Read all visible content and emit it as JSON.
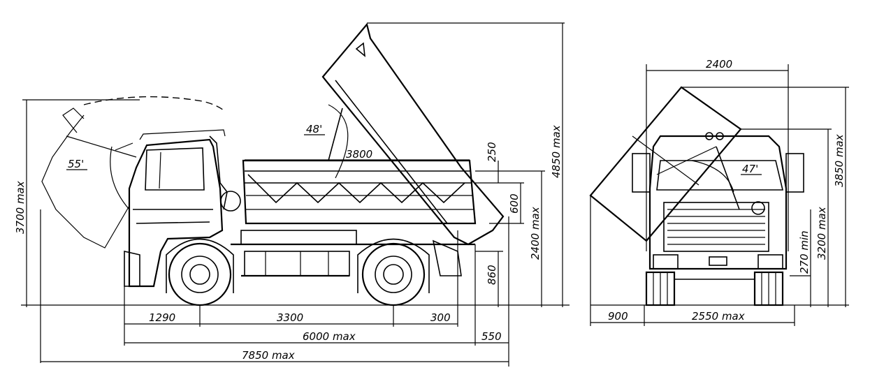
{
  "side_view": {
    "dims": {
      "overall_height": "3700 max",
      "cab_tilt_angle": "55'",
      "tip_angle": "48'",
      "body_length": "3800",
      "raised_height": "4850 max",
      "side_height": "250",
      "side_height_2": "600",
      "loading_height": "2400 max",
      "floor_height": "860",
      "front_overhang": "1290",
      "wheelbase": "3300",
      "rear_gap": "300",
      "length": "6000 max",
      "rear_overhang": "550",
      "total_length": "7850 max"
    }
  },
  "front_view": {
    "dims": {
      "body_width": "2400",
      "raised_height": "3850 max",
      "tilt_angle": "47'",
      "height": "3200 max",
      "ground_clearance": "270 min",
      "side_offset": "900",
      "width": "2550 max"
    }
  }
}
